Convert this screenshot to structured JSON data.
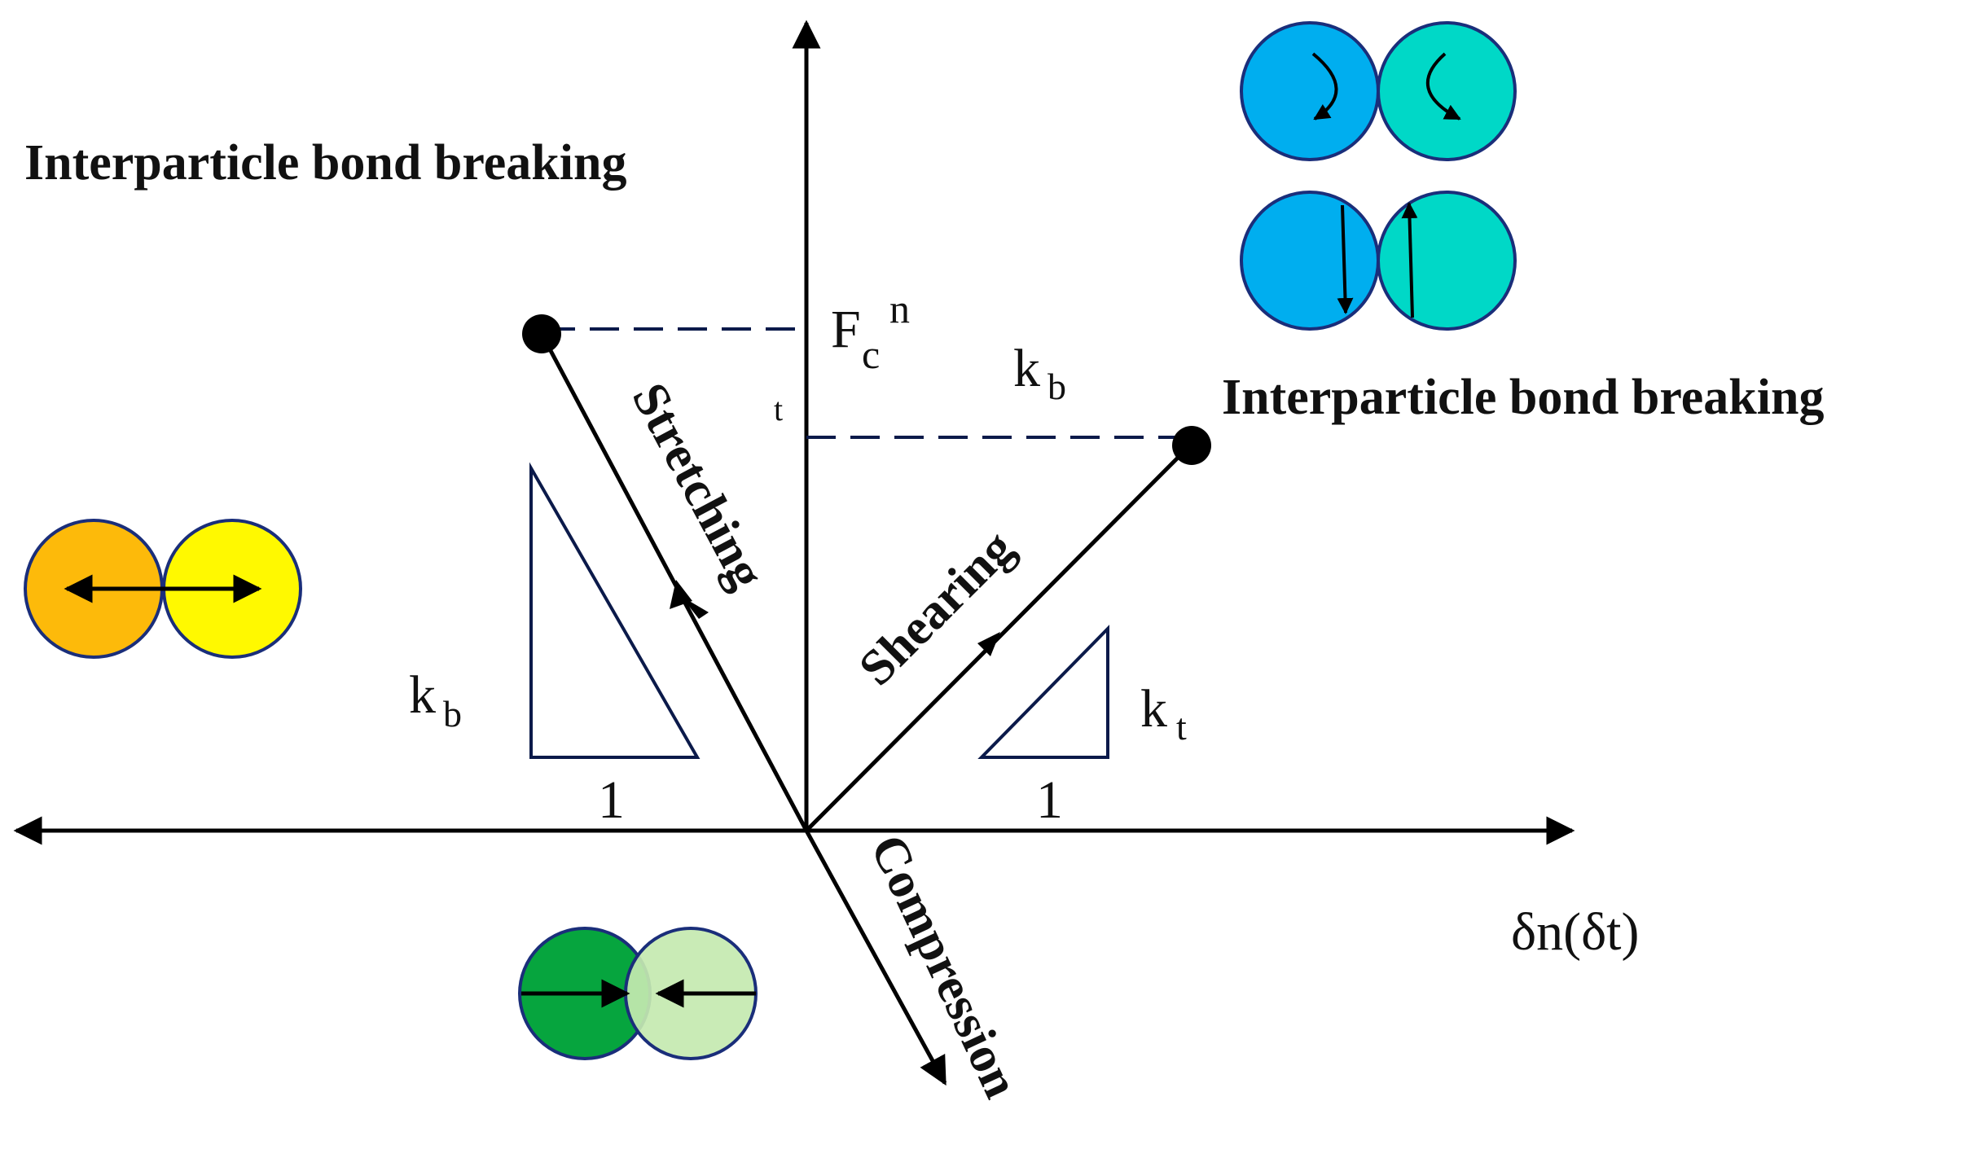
{
  "labels": {
    "bond_breaking_left": "Interparticle bond breaking",
    "bond_breaking_right": "Interparticle bond breaking",
    "stretching": "Stretching",
    "shearing": "Shearing",
    "compression": "Compression",
    "axis_x": "δn(δt)",
    "fc_base": "F",
    "fc_sub": "c",
    "fc_sup": "n",
    "t_mark": "t",
    "kb_top_base": "k",
    "kb_top_sub": "b",
    "kb_left_base": "k",
    "kb_left_sub": "b",
    "kt_base": "k",
    "kt_sub": "t",
    "one_left": "1",
    "one_right": "1"
  },
  "colors": {
    "orange": "#FDBA0A",
    "yellow": "#FFF900",
    "dark_green": "#06A53E",
    "light_green": "#C4E9B0",
    "blue": "#00AEEF",
    "teal": "#00D8C7",
    "outline_blue": "#1A2E7A",
    "triangle_navy": "#0B1A4A"
  },
  "icons": {
    "stretching_pair": "particle-pair-stretching-icon",
    "compression_pair": "particle-pair-compression-icon",
    "rotation_pair": "particle-pair-rotation-icon",
    "shear_pair": "particle-pair-shear-icon"
  }
}
